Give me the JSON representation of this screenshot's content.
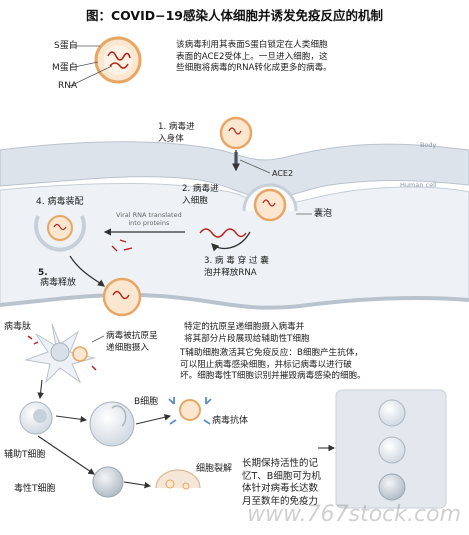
{
  "title": "图：COVID−19感染人体细胞并诱发免疫反应的机制",
  "labels": {
    "s_protein": "S蛋白",
    "m_protein": "M蛋白",
    "rna": "RNA",
    "intro": "该病毒利用其表面S蛋白锁定在人类细胞\n表面的ACE2受体上。一旦进入细胞，这\n些细胞将病毒的RNA转化成更多的病毒。",
    "step1": "1. 病毒进\n    入身体",
    "body": "Body",
    "ace2": "ACE2",
    "human_cell": "Human cell",
    "step2": "2. 病毒进\n    入细胞",
    "step4": "4. 病毒装配",
    "viral_rna": "Viral RNA translated\ninto proteins",
    "vesicle": "囊泡",
    "step3": "3.  病 毒 穿 过 囊\n     泡并释放RNA",
    "step5": "5.",
    "release": "病毒释放",
    "peptide": "病毒肽",
    "apc_engulf": "病毒被抗原呈\n递细胞摄入",
    "apc_desc": "特定的抗原呈递细胞摄入病毒并\n将其部分片段展现给辅助性T细胞",
    "immune_desc": "T辅助细胞激活其它免疫反应：B细胞产生抗体，\n可以阻止病毒感染细胞，并标记病毒以进行破\n坏。细胞毒性T细胞识别并摧毁病毒感染的细胞。",
    "b_cell": "B细胞",
    "antibody": "病毒抗体",
    "helper_t": "辅助T细胞",
    "cytotoxic_t": "毒性T细胞",
    "lysis": "细胞裂解",
    "memory": "长期保持活性的记\n忆T、B细胞可为机\n体针对病毒长达数\n月至数年的免疫力"
  },
  "watermark": "www.767stock.com",
  "colors": {
    "virus_fill": "#fbe6cf",
    "virus_ring": "#e8a664",
    "spike": "#c0392b",
    "rna": "#b8231d",
    "membrane": "#c9d2dc",
    "cell_fill": "#e9eef3",
    "arrow": "#333333"
  }
}
